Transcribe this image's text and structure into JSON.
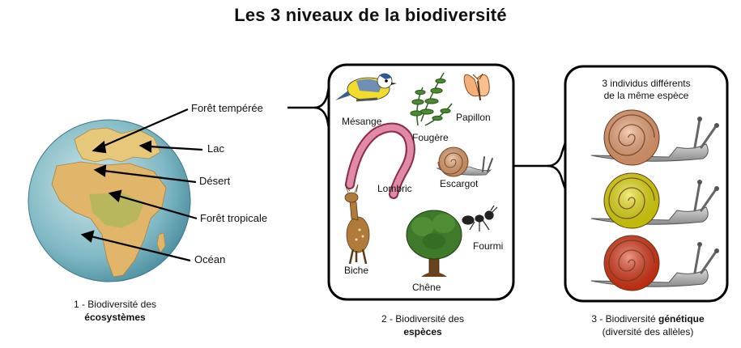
{
  "title": "Les 3 niveaux de la biodiversité",
  "ecosystems": {
    "labels": {
      "foret_temperee": "Forêt tempérée",
      "lac": "Lac",
      "desert": "Désert",
      "foret_tropicale": "Forêt tropicale",
      "ocean": "Océan"
    },
    "caption_line1": "1 - Biodiversité des",
    "caption_bold": "écosystèmes"
  },
  "species": {
    "labels": {
      "mesange": "Mésange",
      "papillon": "Papillon",
      "fougere": "Fougère",
      "lombric": "Lombric",
      "escargot": "Escargot",
      "biche": "Biche",
      "chene": "Chêne",
      "fourmi": "Fourmi"
    },
    "caption_line1": "2 - Biodiversité des",
    "caption_bold": "espèces"
  },
  "genetic": {
    "header_line1": "3 individus différents",
    "header_line2": "de la même espèce",
    "caption_prefix": "3 - Biodiversité ",
    "caption_bold": "génétique",
    "caption_line2": "(diversité des allèles)",
    "snail_colors": [
      "#f0a070",
      "#e6e000",
      "#e03010"
    ]
  }
}
